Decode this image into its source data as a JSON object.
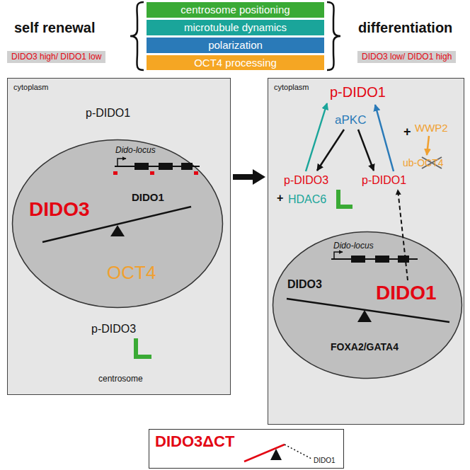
{
  "diagram": {
    "nodes": [
      {
        "text": [
          "centrosome positioning"
        ]
      },
      {
        "text": [
          "microtubule dynamics"
        ]
      },
      {
        "text": [
          "polarization"
        ]
      },
      {
        "text": [
          "OCT4 processing"
        ]
      },
      {
        "text": [
          "DIDO3 high/ DIDO1 low"
        ]
      },
      {
        "text": [
          "DIDO3 low/ DIDO1 high"
        ]
      },
      {
        "text": [
          "cytoplasm",
          "p-DIDO1",
          "p-DIDO3",
          "centrosome"
        ]
      },
      {
        "text": [
          "Dido-locus",
          "DIDO3",
          "DIDO1",
          "OCT4"
        ],
        "in": 6
      },
      {
        "text": [
          "cytoplasm",
          "p-DIDO1",
          "aPKC",
          "+",
          "WWP2",
          "ub-OCT4",
          "p-DIDO3",
          "+",
          "HDAC6",
          "p-DIDO1"
        ]
      },
      {
        "text": [
          "Dido-locus",
          "DIDO3",
          "DIDO1",
          "FOXA2/GATA4"
        ],
        "in": 8
      },
      {
        "text": [
          "DIDO3ΔCT",
          "DIDO1"
        ]
      }
    ],
    "edges": [
      {
        "from": 6,
        "to": 8,
        "arrow": "to"
      }
    ],
    "labels": [
      "self renewal",
      "differentiation"
    ]
  }
}
